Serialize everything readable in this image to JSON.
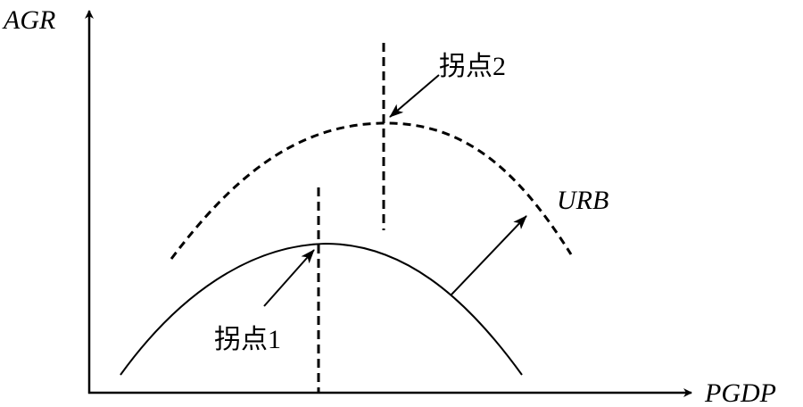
{
  "diagram": {
    "y_axis_label": "AGR",
    "x_axis_label": "PGDP",
    "turning_point_1_label": "拐点1",
    "turning_point_2_label": "拐点2",
    "shift_label": "URB",
    "line_color": "#000000"
  }
}
